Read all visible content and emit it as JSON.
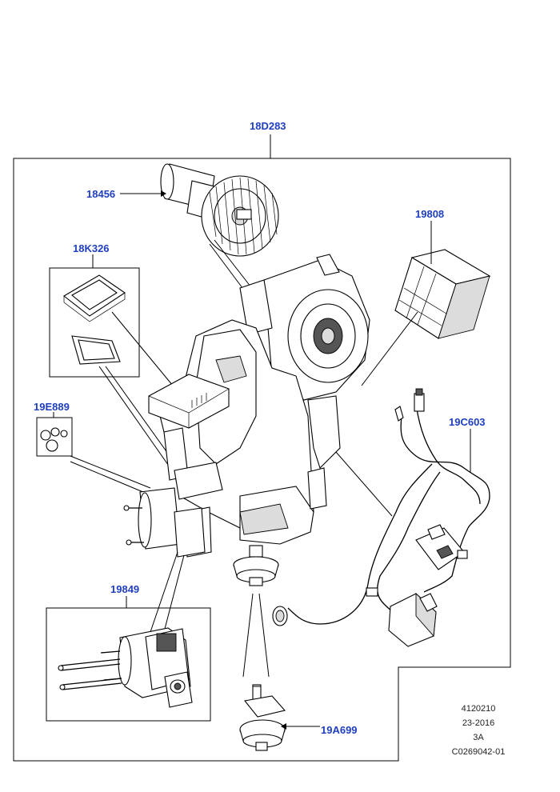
{
  "labels": {
    "assembly": "18D283",
    "blower_motor": "18456",
    "filter_element": "19808",
    "seal_kit": "18K326",
    "o_ring_kit": "19E889",
    "wiring_harness": "19C603",
    "resistor_module": "19849",
    "drain_valve": "19A699"
  },
  "reference": {
    "line1": "4120210",
    "line2": "23-2016",
    "line3": "3A",
    "line4": "C0269042-01"
  },
  "colors": {
    "label": "#1f3fbf",
    "line": "#000000"
  }
}
